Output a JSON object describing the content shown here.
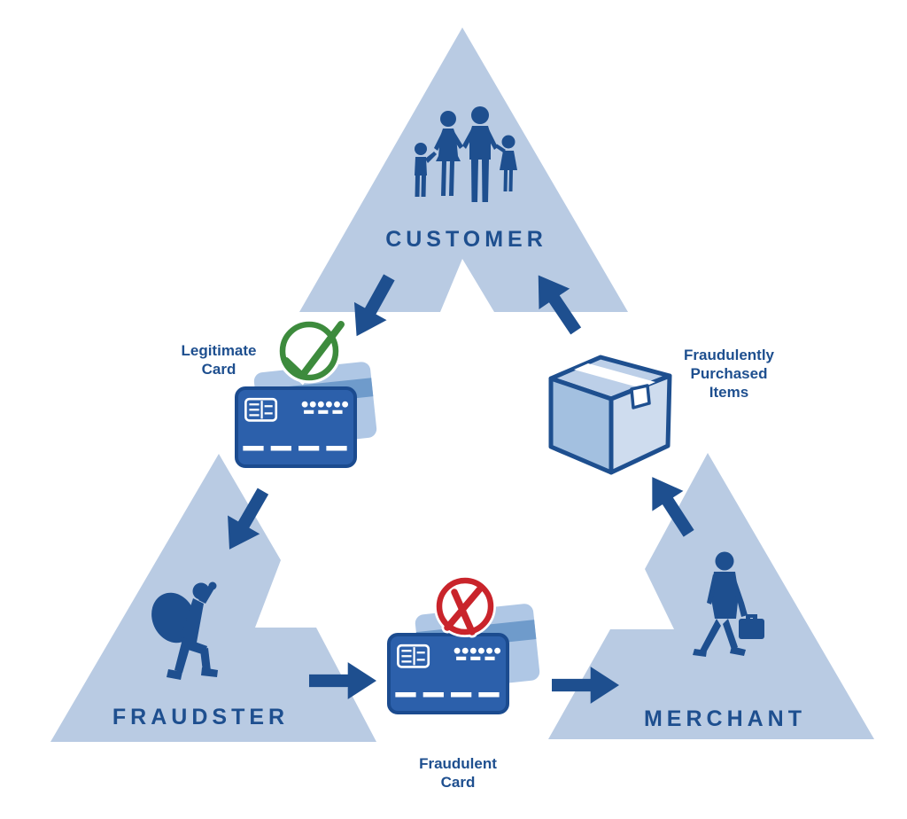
{
  "diagram": {
    "nodes": [
      {
        "id": "customer",
        "label": "CUSTOMER",
        "icon": "family-icon"
      },
      {
        "id": "fraudster",
        "label": "FRAUDSTER",
        "icon": "burglar-icon"
      },
      {
        "id": "merchant",
        "label": "MERCHANT",
        "icon": "businessman-icon"
      }
    ],
    "items": [
      {
        "id": "legitimate-card",
        "lines": [
          "Legitimate",
          "Card"
        ],
        "icon": "credit-card-icon",
        "status_icon": "check-icon"
      },
      {
        "id": "fraudulent-card",
        "lines": [
          "Fraudulent",
          "Card"
        ],
        "icon": "credit-card-icon",
        "status_icon": "cross-icon"
      },
      {
        "id": "purchased-items",
        "lines": [
          "Fraudulently",
          "Purchased",
          "Items"
        ],
        "icon": "package-icon"
      }
    ],
    "arrows": [
      {
        "from": "customer",
        "to": "legitimate-card"
      },
      {
        "from": "legitimate-card",
        "to": "fraudster"
      },
      {
        "from": "fraudster",
        "to": "fraudulent-card"
      },
      {
        "from": "fraudulent-card",
        "to": "merchant"
      },
      {
        "from": "merchant",
        "to": "purchased-items"
      },
      {
        "from": "purchased-items",
        "to": "customer"
      }
    ],
    "colors": {
      "triangle_fill": "#B9CBE3",
      "primary_dark_blue": "#1E4F8F",
      "card_fill": "#2C60AB",
      "card_border": "#1B4B8F",
      "card_back": "#AFC7E5",
      "card_back_stripe": "#6F9BCB",
      "check_green": "#3D8B3D",
      "cross_red": "#C9242B",
      "background": "#FFFFFF"
    }
  }
}
